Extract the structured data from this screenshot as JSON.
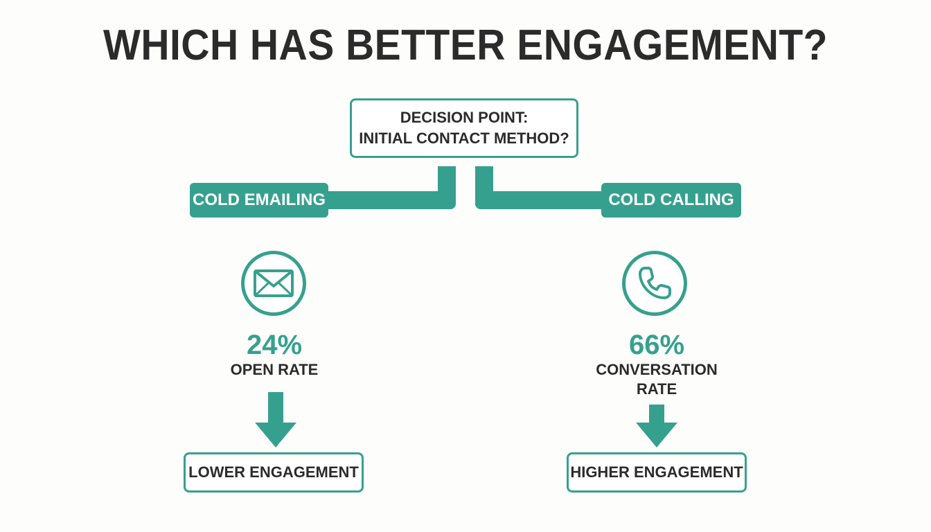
{
  "title": "WHICH HAS BETTER ENGAGEMENT?",
  "decision": {
    "line1": "DECISION POINT:",
    "line2": "INITIAL CONTACT METHOD?"
  },
  "branches": {
    "left": {
      "label": "COLD EMAILING",
      "icon": "envelope-icon",
      "stat_value": "24%",
      "stat_label": "OPEN RATE",
      "outcome": "LOWER ENGAGEMENT"
    },
    "right": {
      "label": "COLD CALLING",
      "icon": "phone-icon",
      "stat_value": "66%",
      "stat_label_line1": "CONVERSATION",
      "stat_label_line2": "RATE",
      "outcome": "HIGHER ENGAGEMENT"
    }
  },
  "colors": {
    "accent": "#36a08e",
    "text": "#2b2b2b",
    "background": "#fdfdfc"
  }
}
